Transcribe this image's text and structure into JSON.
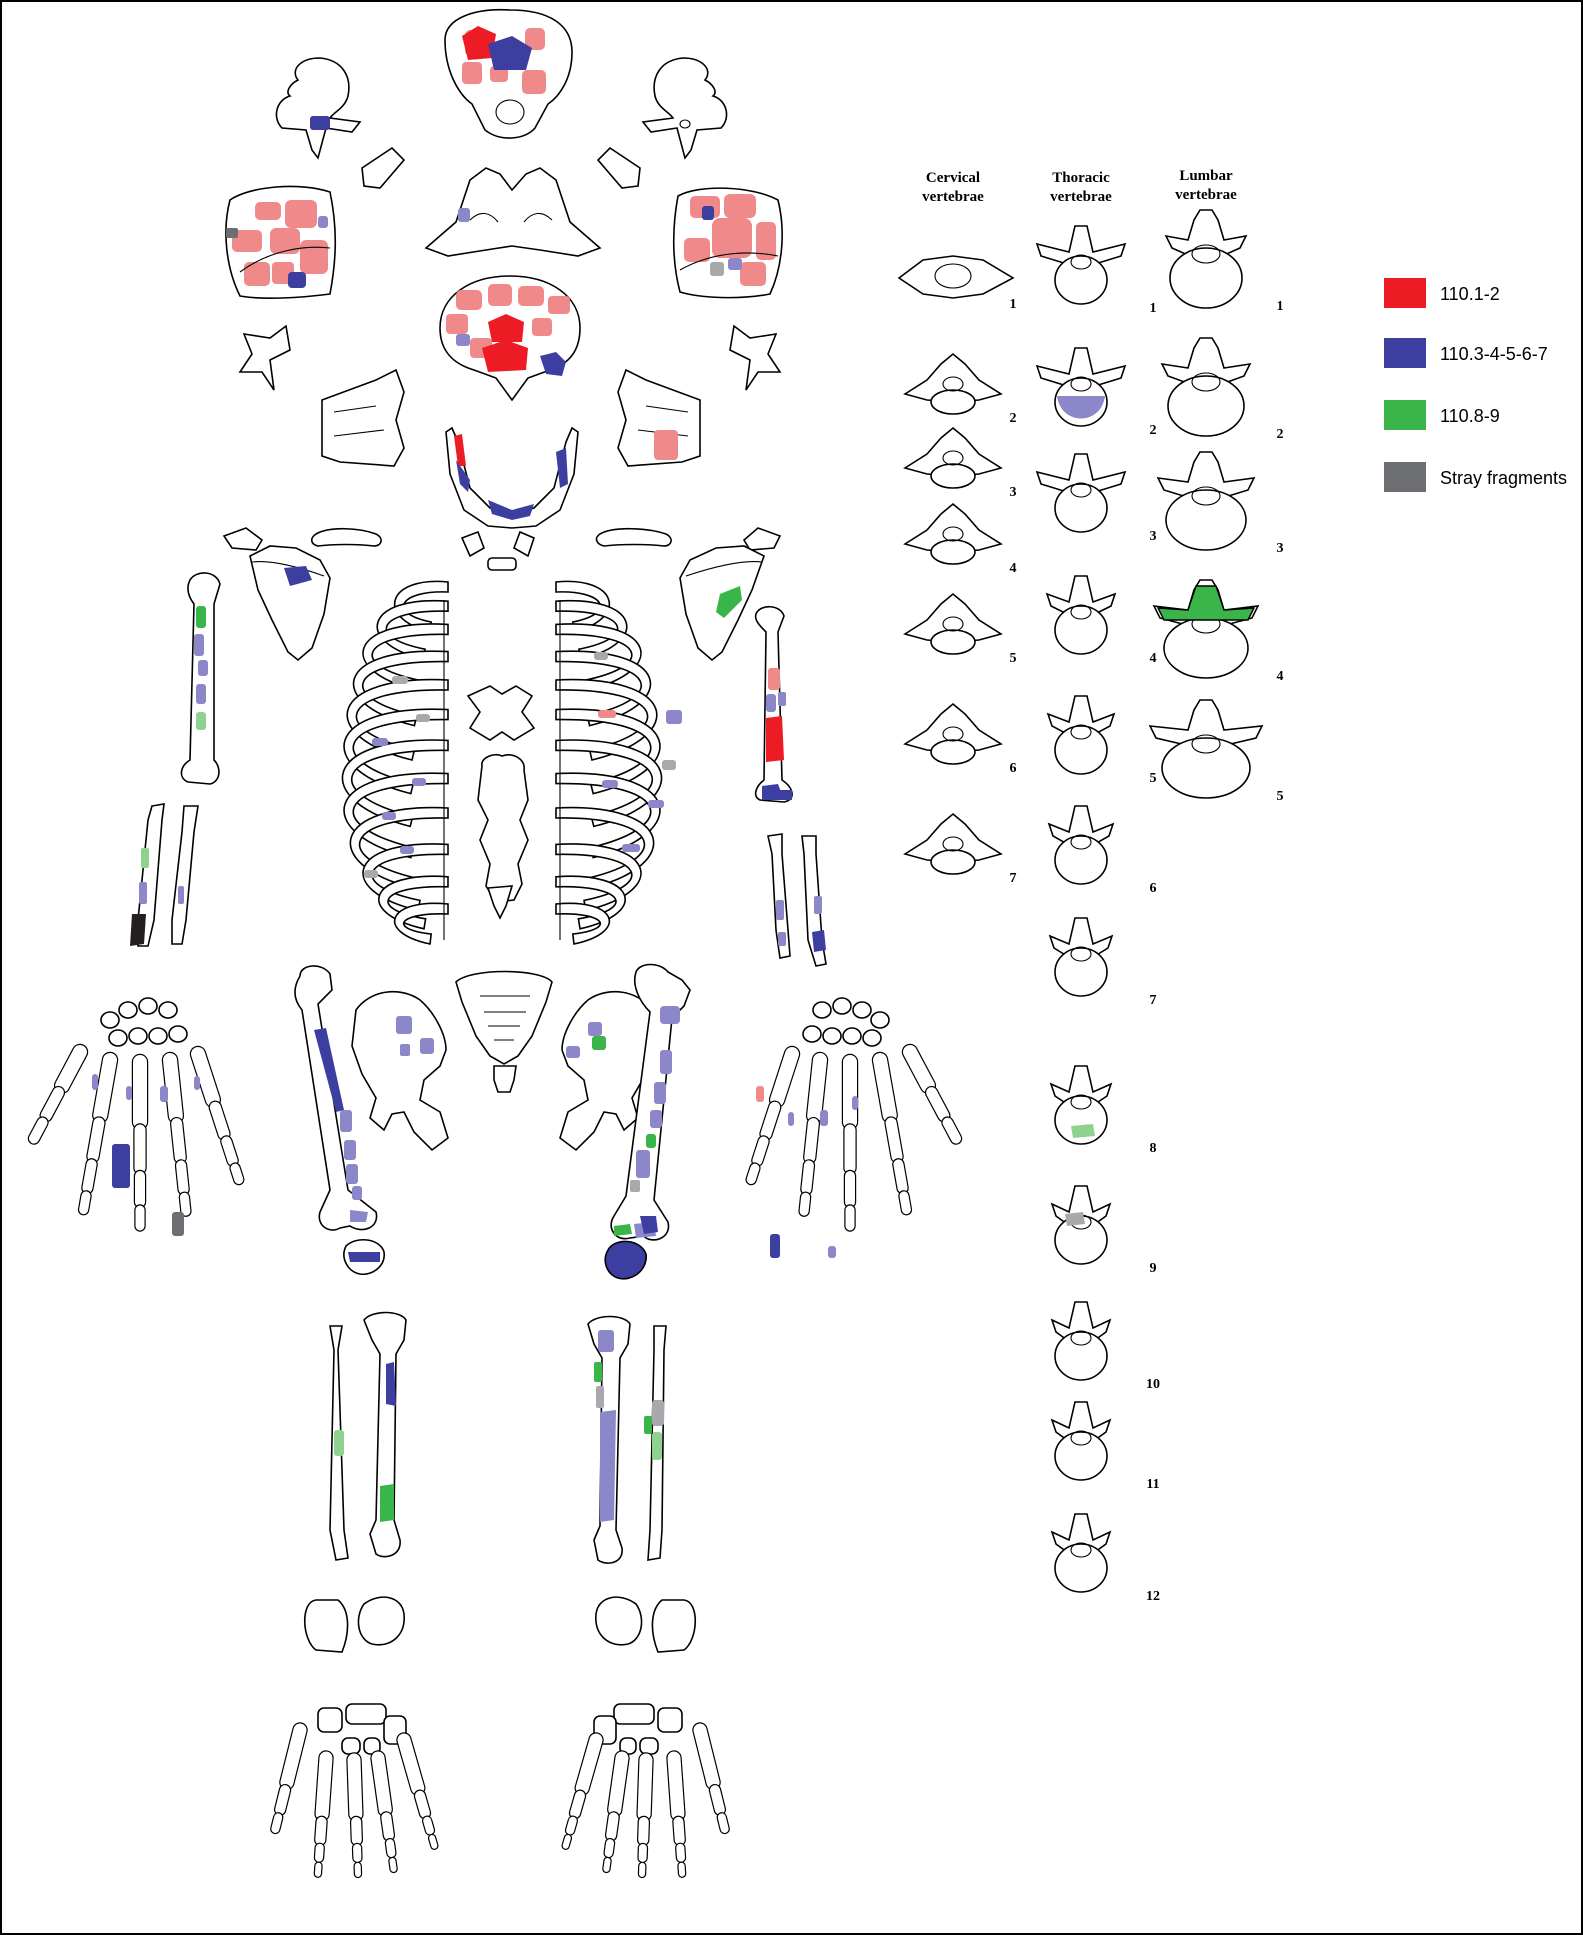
{
  "colors": {
    "red": "#ed1c24",
    "blue": "#3c3fa0",
    "green": "#39b54a",
    "gray": "#6d6e71",
    "lightred": "#f08a8a",
    "lightblue": "#8b87c8",
    "lightgreen": "#8fd18f",
    "lightgray": "#a7a9ac",
    "black": "#231f20"
  },
  "headers": {
    "cervical_1": "Cervical",
    "cervical_2": "vertebrae",
    "thoracic_1": "Thoracic",
    "thoracic_2": "vertebrae",
    "lumbar_1": "Lumbar",
    "lumbar_2": "vertebrae"
  },
  "cervical_numbers": [
    "1",
    "2",
    "3",
    "4",
    "5",
    "6",
    "7"
  ],
  "thoracic_numbers": [
    "1",
    "2",
    "3",
    "4",
    "5",
    "6",
    "7",
    "8",
    "9",
    "10",
    "11",
    "12"
  ],
  "lumbar_numbers": [
    "1",
    "2",
    "3",
    "4",
    "5"
  ],
  "legend": [
    {
      "label": "110.1-2",
      "color": "#ed1c24"
    },
    {
      "label": "110.3-4-5-6-7",
      "color": "#3c3fa0"
    },
    {
      "label": "110.8-9",
      "color": "#39b54a"
    },
    {
      "label": "Stray fragments",
      "color": "#6d6e71"
    }
  ]
}
